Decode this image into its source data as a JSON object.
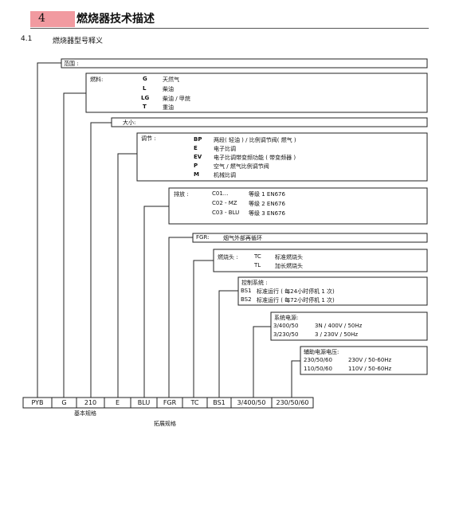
{
  "section": {
    "number": "4",
    "title": "燃烧器技术描述"
  },
  "subsection": {
    "number": "4.1",
    "title": "燃烧器型号释义"
  },
  "boxes": {
    "range": {
      "label": "范围 :"
    },
    "fuel": {
      "label": "燃料:",
      "rows": [
        {
          "code": "G",
          "desc": "天然气"
        },
        {
          "code": "L",
          "desc": "柴油"
        },
        {
          "code": "LG",
          "desc": "柴油 / 甲烷"
        },
        {
          "code": "T",
          "desc": "重油"
        }
      ]
    },
    "size": {
      "label": "大小:"
    },
    "regulation": {
      "label": "调节 :",
      "rows": [
        {
          "code": "BP",
          "desc": "两段( 轻油 ) / 比例调节阀( 燃气 )"
        },
        {
          "code": "E",
          "desc": "电子比调"
        },
        {
          "code": "EV",
          "desc": "电子比调带变频功能 ( 带变频器 )"
        },
        {
          "code": "P",
          "desc": "空气 / 燃气比例调节阀"
        },
        {
          "code": "M",
          "desc": "机械比调"
        }
      ]
    },
    "emission": {
      "label": "排放 :",
      "rows": [
        {
          "code": "C01...",
          "desc": "等级 1 EN676"
        },
        {
          "code": "C02 - MZ",
          "desc": "等级 2 EN676"
        },
        {
          "code": "C03 - BLU",
          "desc": "等级 3 EN676"
        }
      ]
    },
    "fgr": {
      "label": "FGR:",
      "desc": "烟气外部再循环"
    },
    "head": {
      "label": "燃烧头 :",
      "rows": [
        {
          "code": "TC",
          "desc": "标准燃烧头"
        },
        {
          "code": "TL",
          "desc": "加长燃烧头"
        }
      ]
    },
    "control": {
      "label": "控制系统 :",
      "rows": [
        {
          "code": "BS1",
          "desc": "标准运行 ( 每24小时停机 1 次)"
        },
        {
          "code": "BS2",
          "desc": "标准运行 ( 每72小时停机 1 次)"
        }
      ]
    },
    "power": {
      "label": "系统电源:",
      "rows": [
        {
          "code": "3/400/50",
          "desc": "3N / 400V / 50Hz"
        },
        {
          "code": "3/230/50",
          "desc": "3 / 230V / 50Hz"
        }
      ]
    },
    "aux": {
      "label": "辅助电源电压:",
      "rows": [
        {
          "code": "230/50/60",
          "desc": "230V / 50-60Hz"
        },
        {
          "code": "110/50/60",
          "desc": "110V / 50-60Hz"
        }
      ]
    }
  },
  "code_row": [
    "PYB",
    "G",
    "210",
    "E",
    "BLU",
    "FGR",
    "TC",
    "BS1",
    "3/400/50",
    "230/50/60"
  ],
  "captions": {
    "basic": "基本规格",
    "extended": "拓展规格"
  }
}
